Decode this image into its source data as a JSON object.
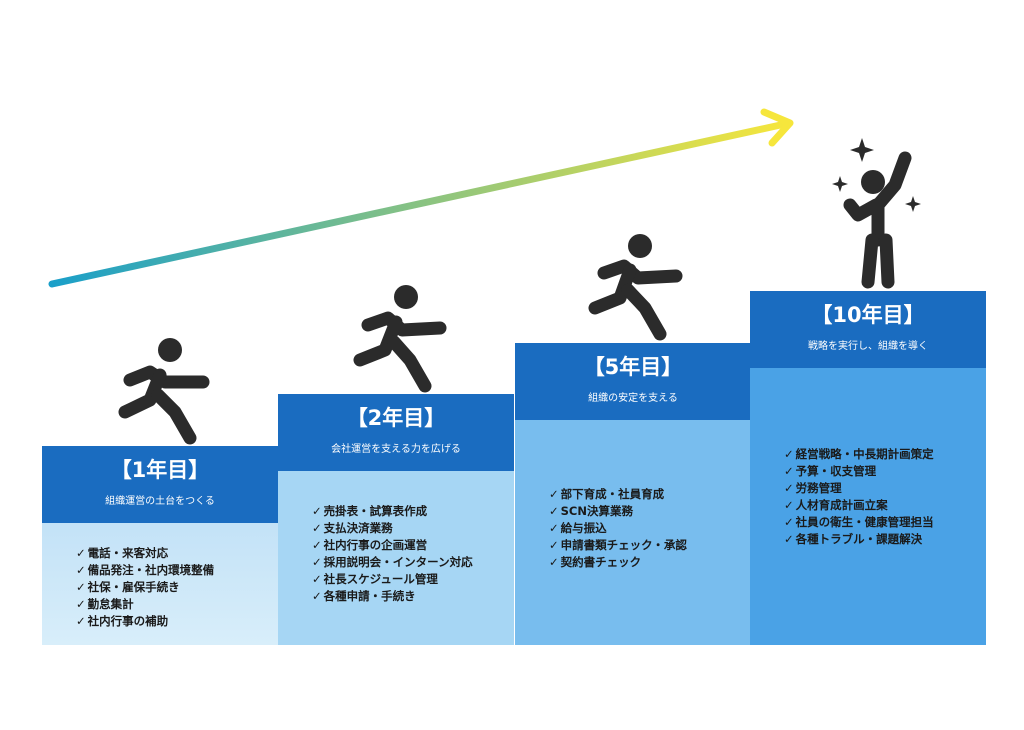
{
  "steps": [
    {
      "year": "【1年目】",
      "subtitle": "組織運営の土台をつくる",
      "items": [
        "電話・来客対応",
        "備品発注・社内環境整備",
        "社保・雇保手続き",
        "勤怠集計",
        "社内行事の補助"
      ]
    },
    {
      "year": "【2年目】",
      "subtitle": "会社運営を支える力を広げる",
      "items": [
        "売掛表・試算表作成",
        "支払決済業務",
        "社内行事の企画運営",
        "採用説明会・インターン対応",
        "社長スケジュール管理",
        "各種申請・手続き"
      ]
    },
    {
      "year": "【5年目】",
      "subtitle": "組織の安定を支える",
      "items": [
        "部下育成・社員育成",
        "SCN決算業務",
        "給与振込",
        "申請書類チェック・承認",
        "契約書チェック"
      ]
    },
    {
      "year": "【10年目】",
      "subtitle": "戦略を実行し、組織を導く",
      "items": [
        "経営戦略・中長期計画策定",
        "予算・収支管理",
        "労務管理",
        "人材育成計画立案",
        "社員の衛生・健康管理担当",
        "各種トラブル・課題解決"
      ]
    }
  ],
  "colors": {
    "header": "#1a6cc0",
    "arrow_start": "#1a9fc9",
    "arrow_end": "#f6e63c",
    "figure": "#2b2b2b"
  }
}
